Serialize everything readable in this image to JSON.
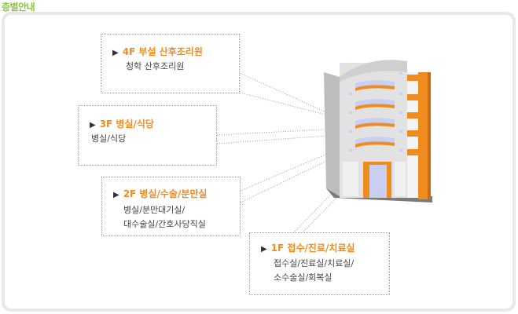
{
  "page_title": "층별안내",
  "floors": [
    {
      "id": "4f",
      "heading": "4F 부설 산후조리원",
      "lines": [
        "청학 산후조리원"
      ]
    },
    {
      "id": "3f",
      "heading": "3F 병실/식당",
      "lines": [
        "병실/식당"
      ]
    },
    {
      "id": "2f",
      "heading": "2F 병실/수술/분만실",
      "lines": [
        "병실/분만대기실/",
        "대수술실/간호사당직실"
      ]
    },
    {
      "id": "1f",
      "heading": "1F 접수/진료/치료실",
      "lines": [
        "접수실/진료실/치료실/",
        "소수술실/회복실"
      ]
    }
  ],
  "colors": {
    "accent": "#f08c1e",
    "title": "#8cc63f",
    "building": "#d8d8d8",
    "window": "#c8cff0"
  }
}
